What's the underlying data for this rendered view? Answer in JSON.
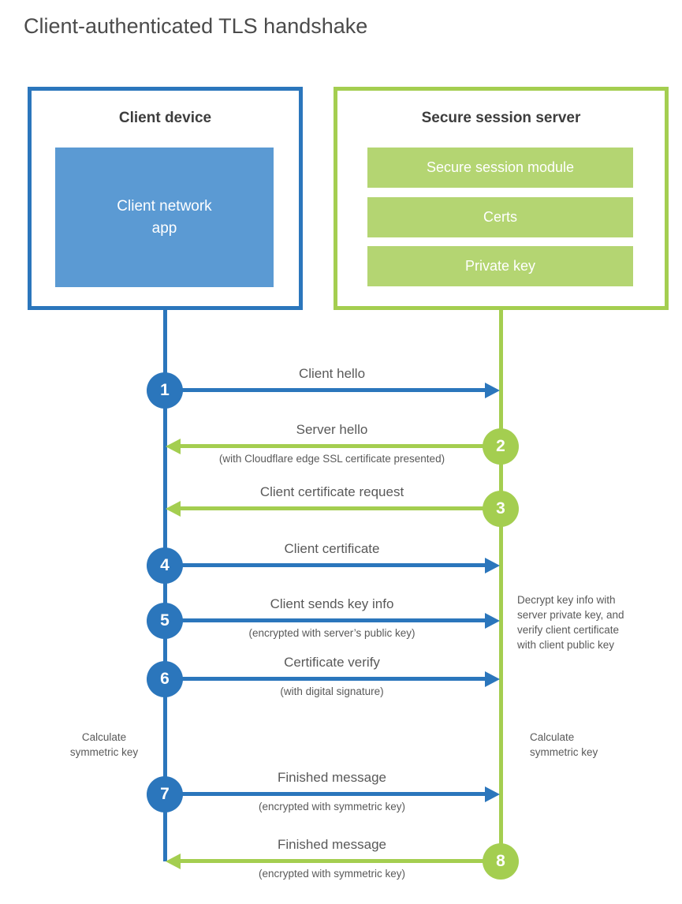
{
  "title": "Client-authenticated TLS handshake",
  "client_box": {
    "title": "Client device",
    "app_label": "Client network app"
  },
  "server_box": {
    "title": "Secure session server",
    "modules": [
      "Secure session module",
      "Certs",
      "Private key"
    ]
  },
  "steps": [
    {
      "num": "1",
      "from": "client",
      "to": "server",
      "label": "Client hello",
      "sub": ""
    },
    {
      "num": "2",
      "from": "server",
      "to": "client",
      "label": "Server hello",
      "sub": "(with Cloudflare edge SSL certificate presented)"
    },
    {
      "num": "3",
      "from": "server",
      "to": "client",
      "label": "Client certificate request",
      "sub": ""
    },
    {
      "num": "4",
      "from": "client",
      "to": "server",
      "label": "Client certificate",
      "sub": ""
    },
    {
      "num": "5",
      "from": "client",
      "to": "server",
      "label": "Client sends key info",
      "sub": "(encrypted with server’s public key)"
    },
    {
      "num": "6",
      "from": "client",
      "to": "server",
      "label": "Certificate verify",
      "sub": "(with digital signature)"
    },
    {
      "num": "7",
      "from": "client",
      "to": "server",
      "label": "Finished message",
      "sub": "(encrypted with symmetric key)"
    },
    {
      "num": "8",
      "from": "server",
      "to": "client",
      "label": "Finished message",
      "sub": "(encrypted with symmetric key)"
    }
  ],
  "annotations": {
    "decrypt_note_lines": [
      "Decrypt key info with",
      "server private key, and",
      "verify client certificate",
      "with client public key"
    ],
    "calculate_left": "Calculate symmetric key",
    "calculate_right": "Calculate symmetric key"
  },
  "colors": {
    "blue": "#2b76bc",
    "blue_fill": "#5b9ad3",
    "green": "#a4ce50",
    "green_fill": "#b4d572",
    "text": "#595959",
    "heading": "#3d3d3d"
  }
}
